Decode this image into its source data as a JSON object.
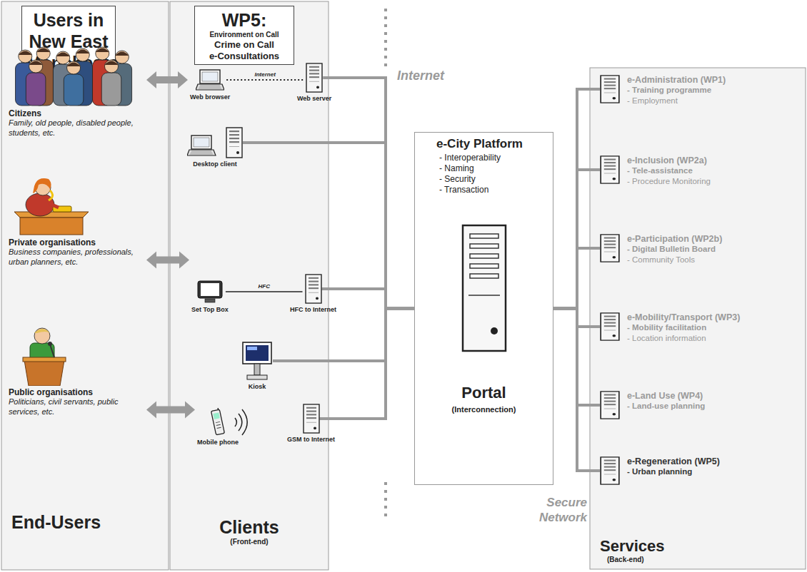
{
  "diagram": {
    "nodes": [
      {
        "text": [
          "End-Users"
        ]
      },
      {
        "text": [
          "Users in New East Manchester"
        ],
        "in": 0
      },
      {
        "text": [
          "Citizens",
          "Family, old people, disabled people, students, etc."
        ],
        "in": 0
      },
      {
        "text": [
          "Private organisations",
          "Business companies, professionals, urban planners, etc."
        ],
        "in": 0
      },
      {
        "text": [
          "Public organisations",
          "Politicians, civil servants, public services, etc."
        ],
        "in": 0
      },
      {
        "text": [
          "Clients",
          "(Front-end)"
        ]
      },
      {
        "text": [
          "WP5:",
          "Environment on Call",
          "Crime on Call",
          "e-Consultations"
        ],
        "in": 5
      },
      {
        "text": [
          "Web browser"
        ],
        "in": 5
      },
      {
        "text": [
          "Web server"
        ],
        "in": 5
      },
      {
        "text": [
          "Desktop client"
        ],
        "in": 5
      },
      {
        "text": [
          "Set Top Box"
        ],
        "in": 5
      },
      {
        "text": [
          "HFC to Internet"
        ],
        "in": 5
      },
      {
        "text": [
          "Kiosk"
        ],
        "in": 5
      },
      {
        "text": [
          "Mobile phone"
        ],
        "in": 5
      },
      {
        "text": [
          "GSM to Internet"
        ],
        "in": 5
      },
      {
        "text": [
          "e-City Platform",
          "- Interoperability",
          "- Naming",
          "- Security",
          "- Transaction",
          "Portal",
          "(Interconnection)"
        ]
      },
      {
        "text": [
          "Services",
          "(Back-end)"
        ]
      },
      {
        "text": [
          "e-Administration (WP1)",
          "- Training programme",
          "- Employment"
        ],
        "in": 16
      },
      {
        "text": [
          "e-Inclusion (WP2a)",
          "- Tele-assistance",
          "- Procedure Monitoring"
        ],
        "in": 16
      },
      {
        "text": [
          "e-Participation (WP2b)",
          "- Digital Bulletin Board",
          "- Community Tools"
        ],
        "in": 16
      },
      {
        "text": [
          "e-Mobility/Transport (WP3)",
          "- Mobility facilitation",
          "- Location information"
        ],
        "in": 16
      },
      {
        "text": [
          "e-Land Use (WP4)",
          "- Land-use planning"
        ],
        "in": 16
      },
      {
        "text": [
          "e-Regeneration (WP5)",
          "- Urban planning"
        ],
        "in": 16
      }
    ],
    "edges": [
      {
        "from": 2,
        "to": 7,
        "arrow": "both"
      },
      {
        "from": 3,
        "to": 10,
        "arrow": "both"
      },
      {
        "from": 4,
        "to": 13,
        "arrow": "both"
      },
      {
        "from": 7,
        "to": 8,
        "label": "Internet",
        "arrow": "none"
      },
      {
        "from": 10,
        "to": 11,
        "label": "HFC",
        "arrow": "none"
      },
      {
        "from": 13,
        "to": 14,
        "arrow": "none"
      },
      {
        "from": 8,
        "to": 15,
        "arrow": "none"
      },
      {
        "from": 9,
        "to": 15,
        "arrow": "none"
      },
      {
        "from": 11,
        "to": 15,
        "arrow": "none"
      },
      {
        "from": 12,
        "to": 15,
        "arrow": "none"
      },
      {
        "from": 14,
        "to": 15,
        "arrow": "none"
      },
      {
        "from": 15,
        "to": 17,
        "arrow": "none"
      },
      {
        "from": 15,
        "to": 18,
        "arrow": "none"
      },
      {
        "from": 15,
        "to": 19,
        "arrow": "none"
      },
      {
        "from": 15,
        "to": 20,
        "arrow": "none"
      },
      {
        "from": 15,
        "to": 21,
        "arrow": "none"
      },
      {
        "from": 15,
        "to": 22,
        "arrow": "none"
      }
    ],
    "labels": [
      "Internet",
      "Secure Network"
    ]
  }
}
